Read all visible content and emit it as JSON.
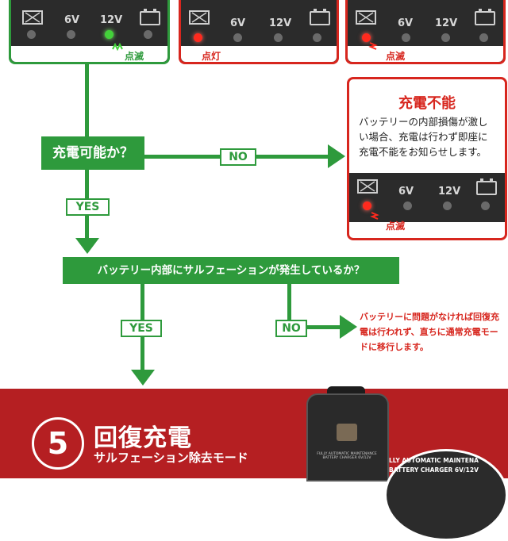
{
  "indicator": {
    "label_6v": "6V",
    "label_12v": "12V"
  },
  "panels": [
    {
      "state_label": "点滅",
      "lit_led": "12V",
      "led_color": "#43d13a"
    },
    {
      "state_label": "点灯",
      "lit_led": "error",
      "led_color": "#ff2a1e"
    },
    {
      "state_label": "点滅",
      "lit_led": "error",
      "led_color": "#ff2a1e"
    }
  ],
  "decision_charge": {
    "text": "充電可能か？",
    "no_label": "NO",
    "yes_label": "YES"
  },
  "fail_card": {
    "title": "充電不能",
    "body": "バッテリーの内部損傷が激しい場合、充電は行わず即座に充電不能をお知らせします。",
    "state_label": "点滅"
  },
  "decision_sulfation": {
    "text": "バッテリー内部にサルフェーションが発生しているか？",
    "yes_label": "YES",
    "no_label": "NO"
  },
  "no_note": "バッテリーに問題がなければ回復充電は行われず、直ちに通常充電モードに移行します。",
  "banner": {
    "number": "5",
    "title": "回復充電",
    "subtitle": "サルフェーション除去モード",
    "device_text": "FULLY AUTOMATIC MAINTENANCE BATTERY CHARGER 6V/12V",
    "disk_line1": "LLY AUTOMATIC MAINTENA",
    "disk_line2": "BATTERY CHARGER 6V/12V"
  },
  "colors": {
    "green": "#2e9a3c",
    "red": "#d7261e",
    "banner": "#b51f22"
  }
}
